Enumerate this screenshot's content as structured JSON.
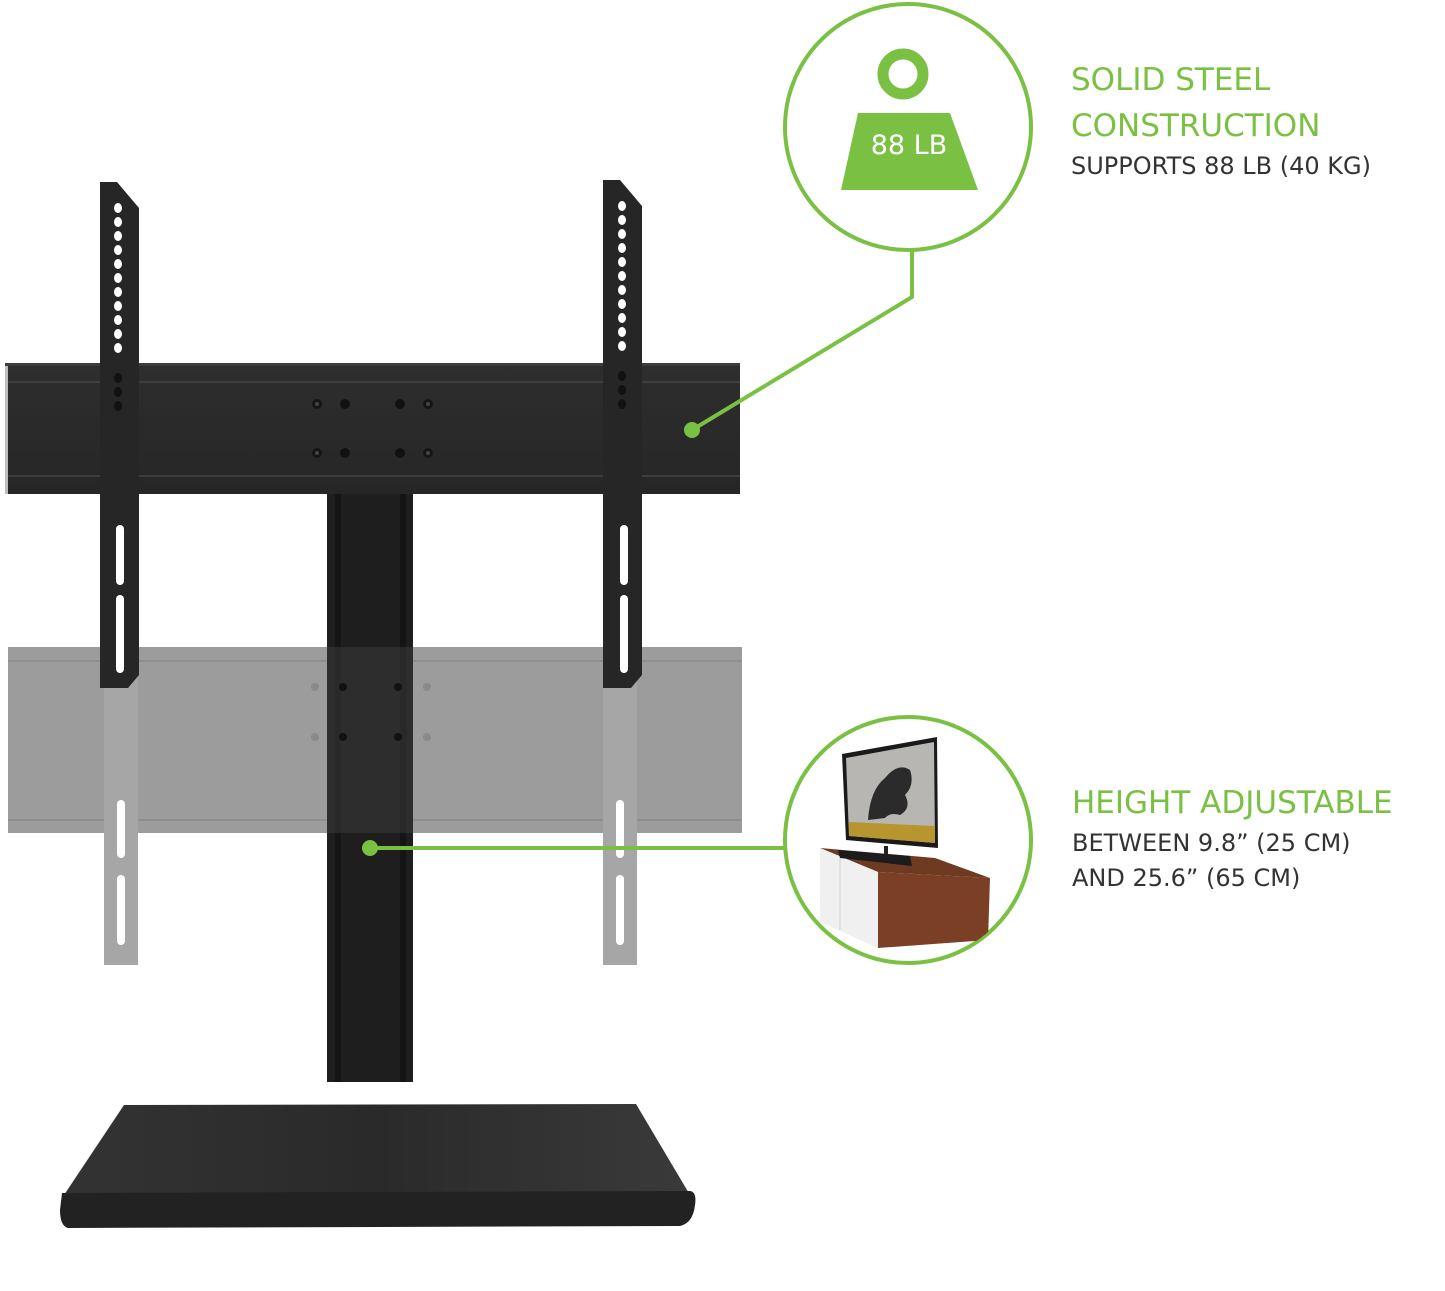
{
  "colors": {
    "accent_green": "#7ac143",
    "text_dark": "#333333",
    "steel_black": "#2a2a2a",
    "ghost_gray": "#9e9e9e",
    "background": "#ffffff"
  },
  "product": {
    "name": "tabletop-tv-stand",
    "components": [
      "vesa-brackets",
      "mounting-plate",
      "center-column",
      "base-plate"
    ],
    "ghost_position": "lower-height-position"
  },
  "callouts": [
    {
      "id": "steel",
      "icon": "weight-icon",
      "icon_label": "88 LB",
      "headline_lines": [
        "SOLID STEEL",
        "CONSTRUCTION"
      ],
      "subline_lines": [
        "SUPPORTS 88 LB (40 KG)"
      ]
    },
    {
      "id": "height",
      "icon": "tv-on-cabinet-photo",
      "headline_lines": [
        "HEIGHT ADJUSTABLE"
      ],
      "subline_lines": [
        "BETWEEN 9.8” (25 CM)",
        "AND 25.6” (65 CM)"
      ]
    }
  ]
}
